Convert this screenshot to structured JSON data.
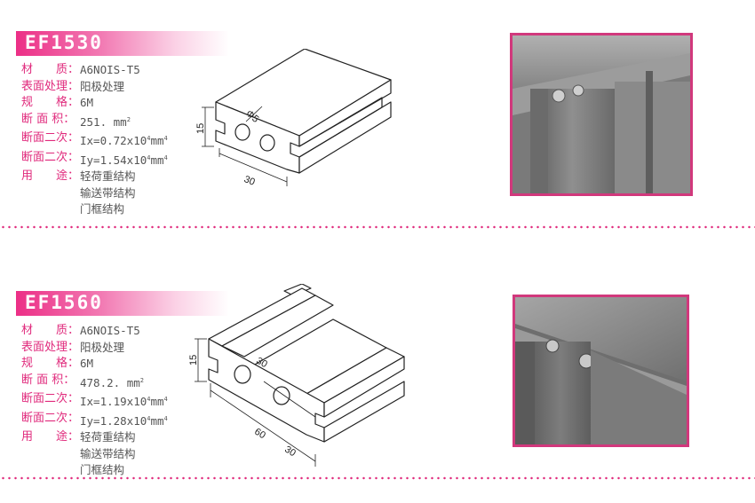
{
  "colors": {
    "accent": "#e02a7c",
    "title_bg": "#ec2f86"
  },
  "products": [
    {
      "code": "EF1530",
      "labels": {
        "material": "材　　质：",
        "surface": "表面处理：",
        "spec": "规　　格：",
        "area": "断 面 积：",
        "ix": "断面二次：",
        "iy": "断面二次：",
        "use": "用　　途："
      },
      "values": {
        "material": "A6NOIS-T5",
        "surface": "阳极处理",
        "spec": "6M",
        "area_num": "251.",
        "area_unit": "mm",
        "area_exp": "2",
        "ix_num": "Ix=0.72x10",
        "ix_exp": "4",
        "ix_unit": "mm",
        "ix_unit_exp": "4",
        "iy_num": "Iy=1.54x10",
        "iy_exp": "4",
        "iy_unit": "mm",
        "iy_unit_exp": "4",
        "uses": [
          "轻荷重结构",
          "输送带结构",
          "门框结构"
        ]
      },
      "dims": {
        "height": "15",
        "width": "30",
        "hole": "Φ5"
      }
    },
    {
      "code": "EF1560",
      "labels": {
        "material": "材　　质：",
        "surface": "表面处理：",
        "spec": "规　　格：",
        "area": "断 面 积：",
        "ix": "断面二次：",
        "iy": "断面二次：",
        "use": "用　　途："
      },
      "values": {
        "material": "A6NOIS-T5",
        "surface": "阳极处理",
        "spec": "6M",
        "area_num": "478.2.",
        "area_unit": "mm",
        "area_exp": "2",
        "ix_num": "Ix=1.19x10",
        "ix_exp": "4",
        "ix_unit": "mm",
        "ix_unit_exp": "4",
        "iy_num": "Iy=1.28x10",
        "iy_exp": "4",
        "iy_unit": "mm",
        "iy_unit_exp": "4",
        "uses": [
          "轻荷重结构",
          "输送带结构",
          "门框结构"
        ]
      },
      "dims": {
        "height": "15",
        "width_a": "30",
        "width_b": "30",
        "width_total": "60"
      }
    }
  ]
}
